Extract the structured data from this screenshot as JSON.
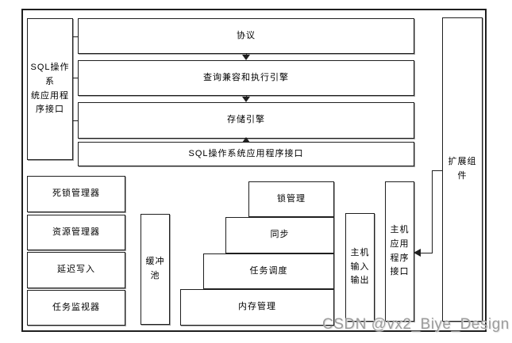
{
  "watermark": {
    "text": "CSDN @vx2_Biye_Design",
    "color": "#9c9c9c"
  },
  "colors": {
    "line": "#1f1f1f",
    "shadow": "#9c9c9c",
    "background": "#ffffff"
  },
  "diagram": {
    "sql_os_api_left": {
      "label": "SQL操作系\n统应用程\n序接口"
    },
    "layers": [
      {
        "id": "protocol",
        "label": "协议"
      },
      {
        "id": "query-engine",
        "label": "查询兼容和执行引擎"
      },
      {
        "id": "storage-engine",
        "label": "存储引擎"
      },
      {
        "id": "sql-os-api",
        "label": "SQL操作系统应用程序接口"
      }
    ],
    "left_column": [
      {
        "id": "deadlock-manager",
        "label": "死锁管理器"
      },
      {
        "id": "resource-manager",
        "label": "资源管理器"
      },
      {
        "id": "lazy-write",
        "label": "延迟写入"
      },
      {
        "id": "task-monitor",
        "label": "任务监视器"
      }
    ],
    "buffer_pool": {
      "label": "缓冲\n池"
    },
    "core_stack": [
      {
        "id": "lock-manager",
        "label": "锁管理"
      },
      {
        "id": "sync",
        "label": "同步"
      },
      {
        "id": "task-scheduler",
        "label": "任务调度"
      },
      {
        "id": "memory-manager",
        "label": "内存管理"
      }
    ],
    "host_io": {
      "label": "主机\n输入\n输出"
    },
    "host_api": {
      "label": "主机\n应用\n程序\n接口"
    },
    "extension": {
      "label": "扩展组\n件"
    }
  }
}
